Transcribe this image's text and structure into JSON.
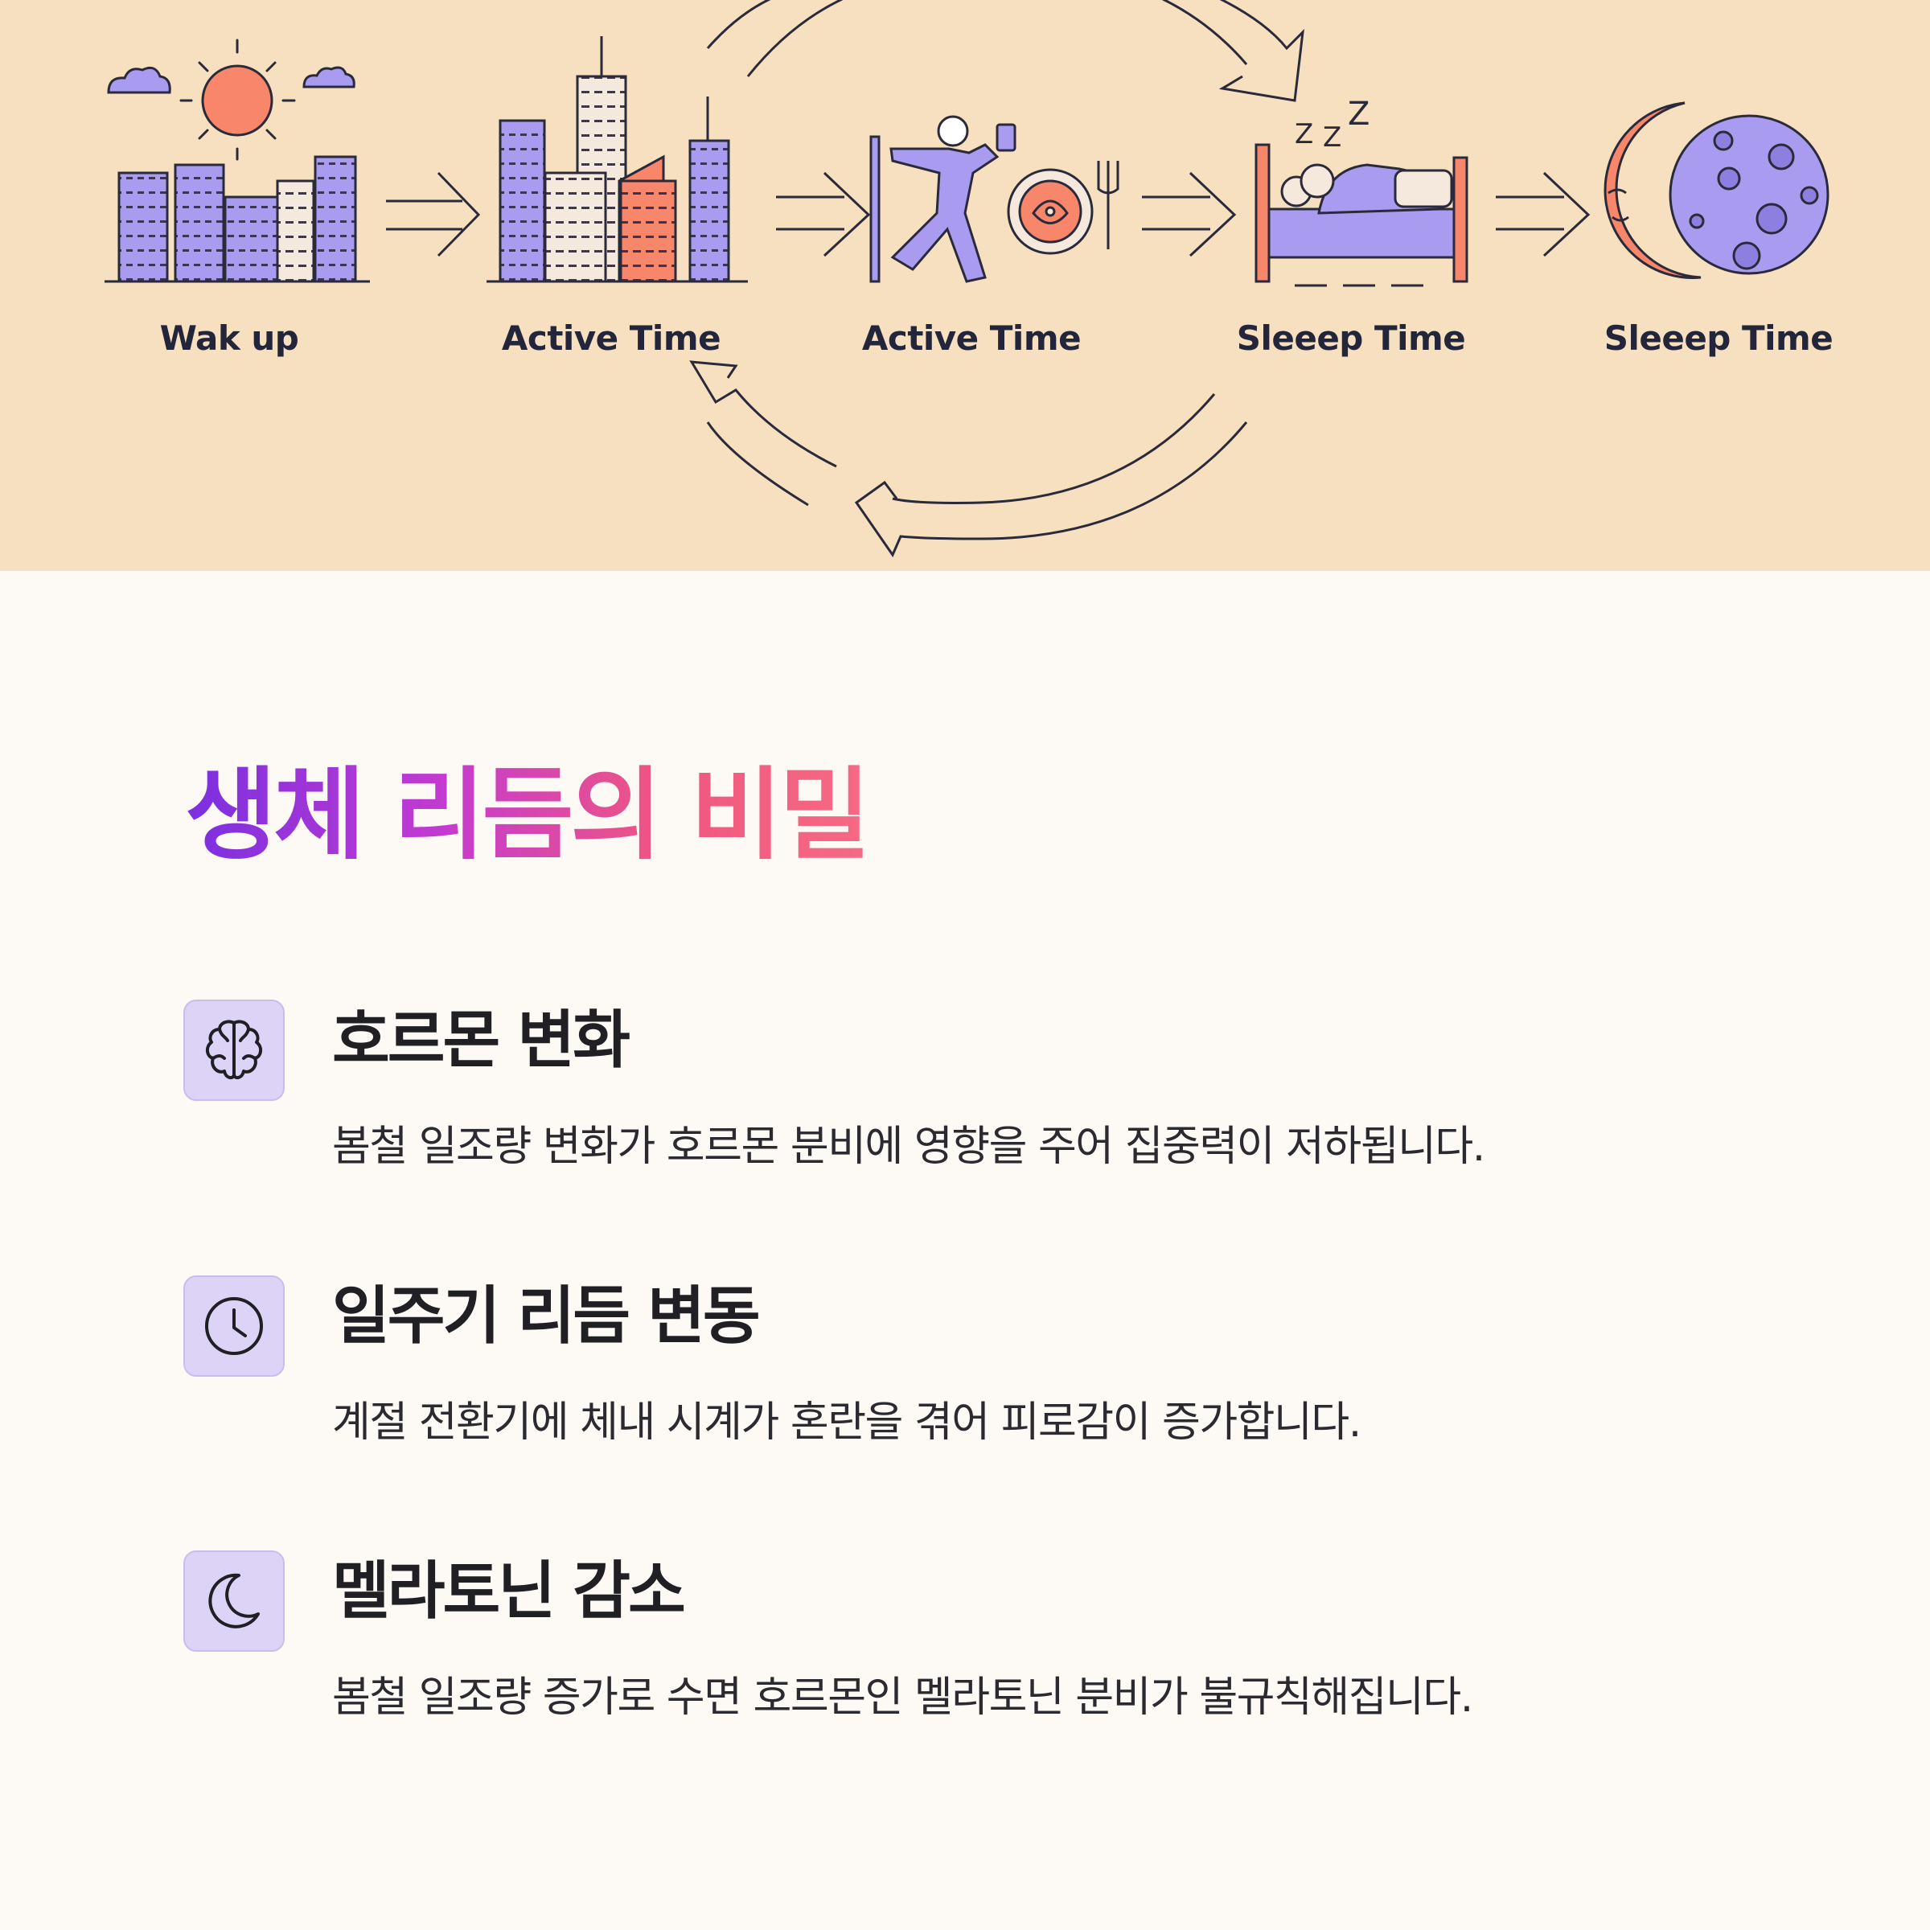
{
  "banner": {
    "stages": [
      {
        "label": "Wak up"
      },
      {
        "label": "Active Time"
      },
      {
        "label": "Active Time"
      },
      {
        "label": "Sleeep Time"
      },
      {
        "label": "Sleeep Time"
      }
    ],
    "sleep_glyph": "Z z Z"
  },
  "heading": {
    "title": "생체 리듬의 비밀"
  },
  "items": [
    {
      "icon": "brain-icon",
      "title": "호르몬 변화",
      "desc": "봄철 일조량 변화가 호르몬 분비에 영향을 주어 집중력이 저하됩니다."
    },
    {
      "icon": "clock-icon",
      "title": "일주기 리듬 변동",
      "desc": "계절 전환기에 체내 시계가 혼란을 겪어 피로감이 증가합니다."
    },
    {
      "icon": "moon-icon",
      "title": "멜라토닌 감소",
      "desc": "봄철 일조량 증가로 수면 호르몬인 멜라토닌 분비가 불규칙해집니다."
    }
  ],
  "colors": {
    "banner_bg": "#f6e0bf",
    "page_bg": "#fdf9f5",
    "purple": "#a99cf0",
    "coral": "#f7866a",
    "icon_box": "#ddd3f7",
    "gradient_start": "#7b2fe0",
    "gradient_end": "#f56a84"
  }
}
